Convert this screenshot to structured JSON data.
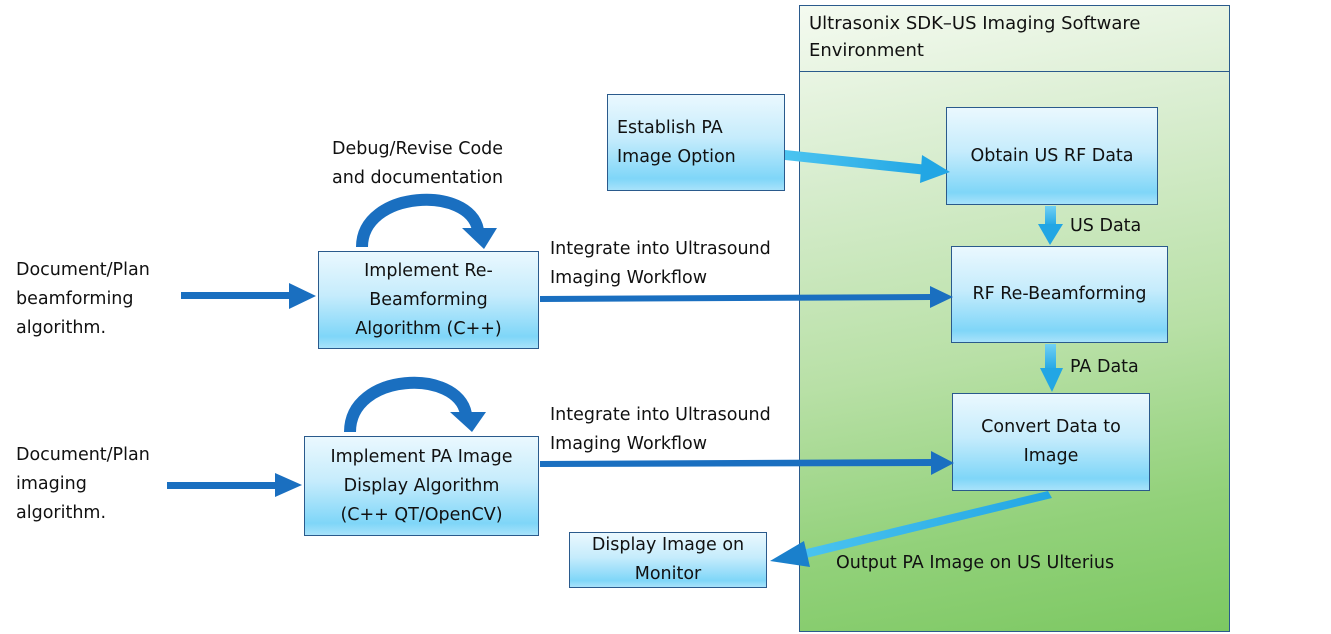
{
  "environment": {
    "title": "Ultrasonix SDK–US Imaging Software\nEnvironment",
    "output_label": "Output PA Image on US Ulterius"
  },
  "inputs": {
    "beamforming_plan": "Document/Plan\nbeamforming\nalgorithm.",
    "imaging_plan": "Document/Plan\nimaging\nalgorithm."
  },
  "boxes": {
    "implement_rebeamforming": "Implement Re-\nBeamforming\nAlgorithm (C++)",
    "implement_display": "Implement PA Image\nDisplay Algorithm\n(C++ QT/OpenCV)",
    "establish_pa": "Establish PA\nImage Option",
    "obtain_rf": "Obtain US RF Data",
    "rf_rebeamforming": "RF Re-Beamforming",
    "convert_data": "Convert Data to\nImage",
    "display_monitor": "Display Image on\nMonitor"
  },
  "labels": {
    "debug_revise": "Debug/Revise Code\nand documentation",
    "integrate_1": "Integrate into Ultrasound\nImaging Workflow",
    "integrate_2": "Integrate into Ultrasound\nImaging Workflow",
    "us_data": "US Data",
    "pa_data": "PA Data"
  },
  "colors": {
    "arrow_dark": "#1a6fc0",
    "arrow_light": "#30b4ec",
    "border": "#2a5a8c"
  }
}
